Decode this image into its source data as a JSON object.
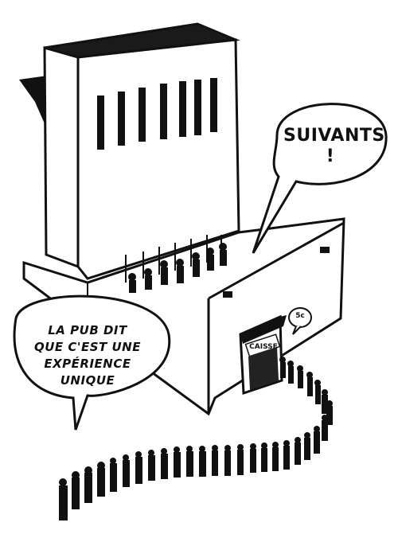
{
  "speech": {
    "pub": "LA PUB DIT\nQUE C'EST UNE\nEXPÉRIENCE\nUNIQUE",
    "suivants": "SUIVANTS\n!"
  },
  "signs": {
    "caisse": "CAISSE",
    "price": "5c"
  },
  "colors": {
    "ink": "#111111",
    "paper": "#ffffff"
  }
}
